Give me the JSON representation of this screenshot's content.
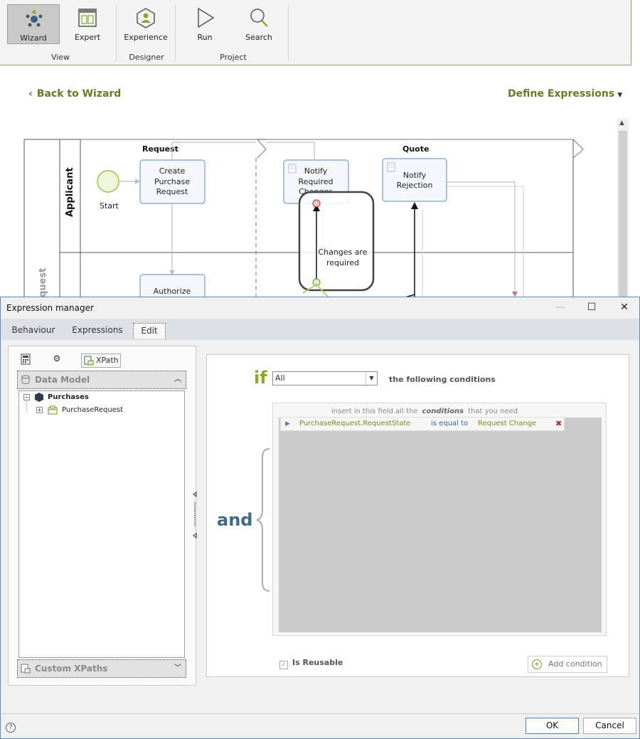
{
  "ribbon": {
    "buttons": [
      {
        "label": "Wizard",
        "icon": "wizard-icon"
      },
      {
        "label": "Expert",
        "icon": "expert-icon"
      },
      {
        "label": "Experience",
        "icon": "experience-icon"
      },
      {
        "label": "Run",
        "icon": "run-icon"
      },
      {
        "label": "Search",
        "icon": "search-icon"
      }
    ],
    "groups": [
      "View",
      "Designer",
      "Project"
    ]
  },
  "header": {
    "back_label": "Back to Wizard",
    "define_label": "Define Expressions"
  },
  "diagram": {
    "lanes": [
      "Applicant",
      "quest"
    ],
    "phases": [
      "Request",
      "Quote"
    ],
    "nodes": {
      "start": "Start",
      "create": [
        "Create",
        "Purchase",
        "Request"
      ],
      "notify_changes": [
        "Notify",
        "Required",
        "Changes"
      ],
      "notify_rejection": [
        "Notify",
        "Rejection"
      ],
      "authorize": "Authorize"
    },
    "callout": [
      "Changes are",
      "required"
    ]
  },
  "dialog": {
    "title": "Expression manager",
    "tabs": [
      "Behaviour",
      "Expressions",
      "Edit"
    ],
    "left": {
      "xpath_label": "XPath",
      "data_model_label": "Data Model",
      "tree_root": "Purchases",
      "tree_child": "PurchaseRequest",
      "custom_xpaths_label": "Custom XPaths"
    },
    "right": {
      "if_label": "if",
      "match_select": "All",
      "following_label": "the following conditions",
      "and_label": "and",
      "hint_prefix": "insert in this field all the",
      "hint_emph": "conditions",
      "hint_suffix": "that you need",
      "condition": {
        "field": "PurchaseRequest.RequestState",
        "operator": "is equal to",
        "value": "Request Change"
      },
      "reusable_label": "Is Reusable",
      "add_condition_label": "Add condition"
    },
    "footer": {
      "ok_label": "OK",
      "cancel_label": "Cancel"
    }
  },
  "colors": {
    "accent_green": "#8aab1f",
    "link_green": "#6b7a22",
    "and_blue": "#3d6a8c",
    "dialog_border": "#5b89c9"
  }
}
